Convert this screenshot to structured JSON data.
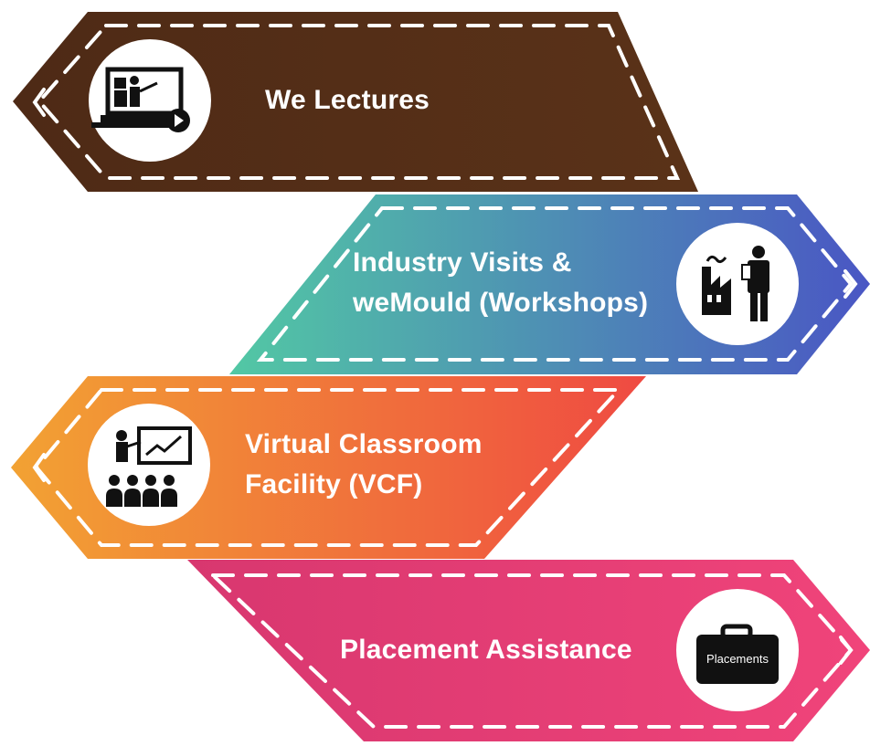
{
  "items": [
    {
      "label_lines": [
        "We Lectures"
      ],
      "icon": "online-lecture-icon",
      "colors": [
        "#4e2a16",
        "#5a3218"
      ]
    },
    {
      "label_lines": [
        "Industry Visits &",
        "weMould (Workshops)"
      ],
      "icon": "factory-visit-icon",
      "colors": [
        "#52c8a4",
        "#4a56c4"
      ]
    },
    {
      "label_lines": [
        "Virtual Classroom",
        "Facility (VCF)"
      ],
      "icon": "virtual-classroom-icon",
      "colors": [
        "#f2a233",
        "#ef4a42"
      ]
    },
    {
      "label_lines": [
        "Placement Assistance"
      ],
      "icon": "briefcase-icon",
      "icon_text": "Placements",
      "colors": [
        "#d8376f",
        "#f0447a"
      ]
    }
  ]
}
